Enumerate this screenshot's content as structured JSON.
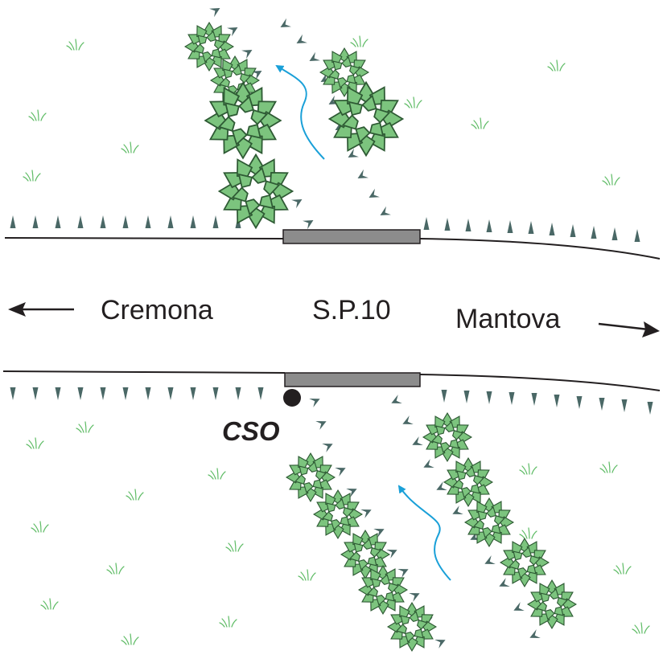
{
  "labels": {
    "west_town": "Cremona",
    "road": "S.P.10",
    "east_town": "Mantova",
    "outfall": "CSO"
  },
  "colors": {
    "vegetation_fill": "#7cc47e",
    "vegetation_stroke": "#2e5a34",
    "bank_marks": "#4a6866",
    "grass": "#5dbb64",
    "flow_arrow": "#1aa0d8",
    "bridge": "#8c8c8c",
    "road_line": "#231f20"
  },
  "icons": [
    "left-arrow-icon",
    "right-arrow-icon",
    "flow-arrow-icon",
    "cso-point-icon",
    "tree-icon",
    "grass-tuft-icon"
  ]
}
